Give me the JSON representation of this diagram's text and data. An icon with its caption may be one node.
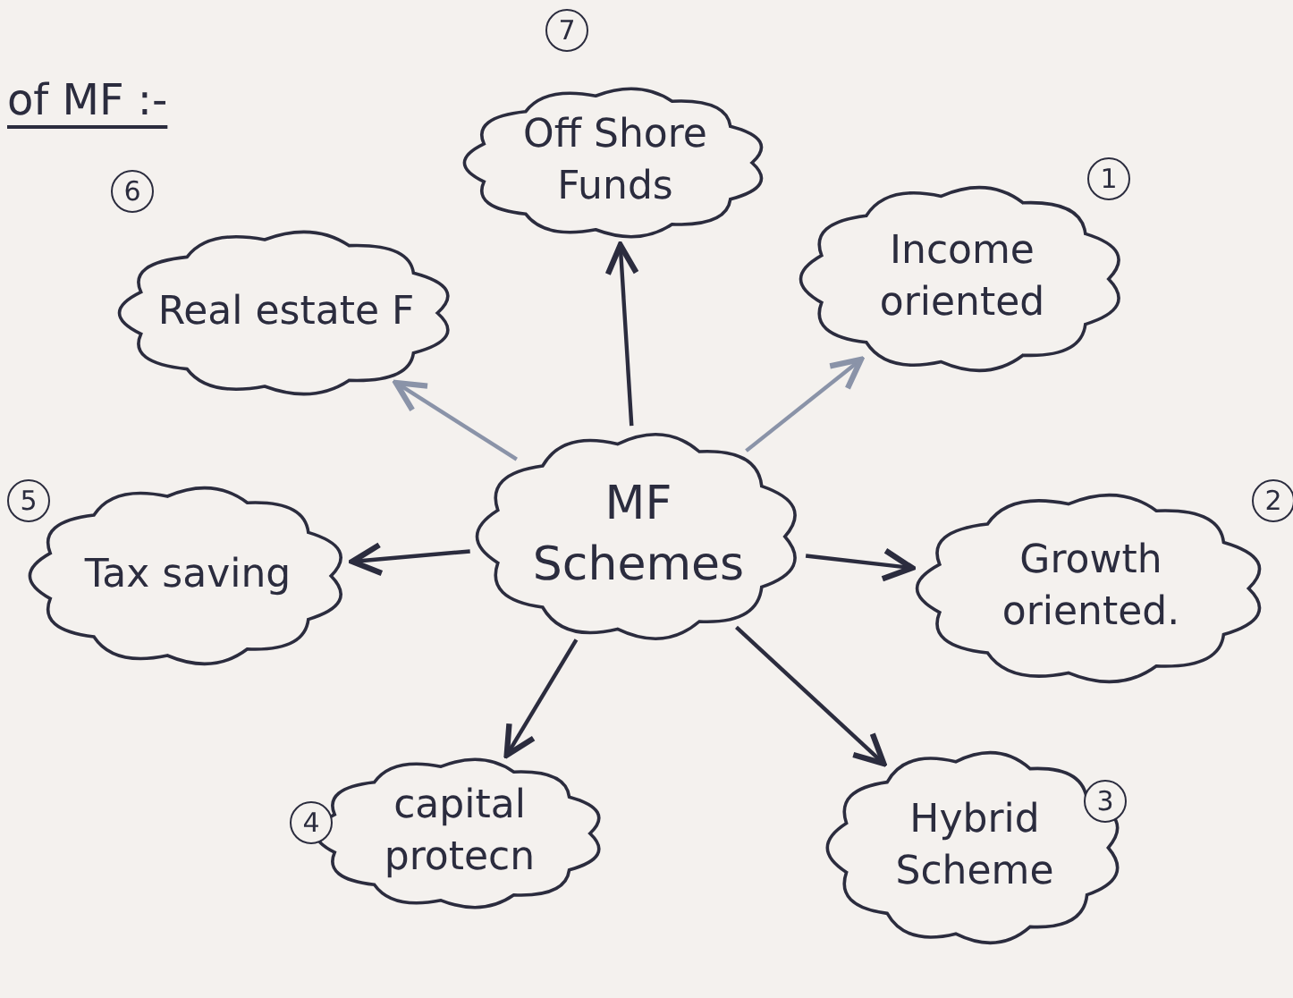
{
  "diagram": {
    "title": "of MF :-",
    "nodes": [
      {
        "text": [
          "Off Shore Funds"
        ],
        "beside": [
          "7"
        ]
      },
      {
        "text": [
          "Real estate F"
        ],
        "beside": [
          "6"
        ]
      },
      {
        "text": [
          "Income oriented"
        ],
        "beside": [
          "1"
        ]
      },
      {
        "text": [
          "MF Schemes"
        ]
      },
      {
        "text": [
          "Tax saving"
        ],
        "beside": [
          "5"
        ]
      },
      {
        "text": [
          "Growth oriented."
        ],
        "beside": [
          "2"
        ]
      },
      {
        "text": [
          "capital protecn"
        ],
        "beside": [
          "4"
        ]
      },
      {
        "text": [
          "Hybrid Scheme"
        ],
        "beside": [
          "3"
        ]
      }
    ],
    "edges": [
      {
        "from": 3,
        "to": 0,
        "arrow": "to"
      },
      {
        "from": 3,
        "to": 1,
        "arrow": "to",
        "color": "#8a93a8"
      },
      {
        "from": 3,
        "to": 2,
        "arrow": "to",
        "color": "#8a93a8"
      },
      {
        "from": 3,
        "to": 4,
        "arrow": "to"
      },
      {
        "from": 3,
        "to": 5,
        "arrow": "to"
      },
      {
        "from": 3,
        "to": 6,
        "arrow": "to"
      },
      {
        "from": 3,
        "to": 7,
        "arrow": "to"
      }
    ]
  }
}
